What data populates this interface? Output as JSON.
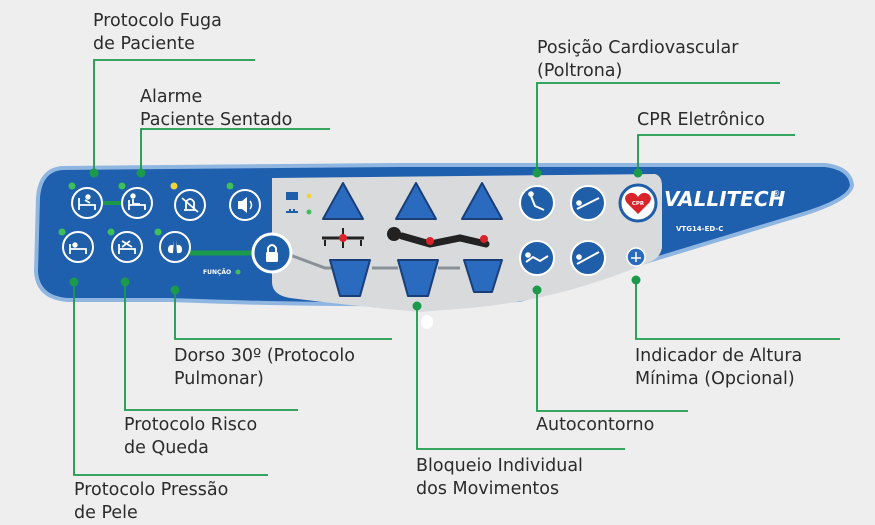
{
  "colors": {
    "background": "#eeeeee",
    "panel_blue": "#1e5fae",
    "panel_border": "#8fb6e0",
    "button_blue": "#1f5ea8",
    "triangle_blue": "#2a6bbf",
    "inner_gray": "#d9dadc",
    "leader_green": "#1a9a4a",
    "led_green": "#3fbf5a",
    "led_yellow": "#f2d43a",
    "cpr_red": "#d8232a"
  },
  "callouts": {
    "fuga": {
      "line1": "Protocolo Fuga",
      "line2": "de Paciente"
    },
    "sentado": {
      "line1": "Alarme",
      "line2": "Paciente Sentado"
    },
    "cardio": {
      "line1": "Posição Cardiovascular",
      "line2": "(Poltrona)"
    },
    "cpr": {
      "line1": "CPR Eletrônico"
    },
    "dorso": {
      "line1": "Dorso 30º (Protocolo",
      "line2": "Pulmonar)"
    },
    "queda": {
      "line1": "Protocolo Risco",
      "line2": "de Queda"
    },
    "pele": {
      "line1": "Protocolo Pressão",
      "line2": "de Pele"
    },
    "bloqueio": {
      "line1": "Bloqueio Individual",
      "line2": "dos Movimentos"
    },
    "autocontorno": {
      "line1": "Autocontorno"
    },
    "altura": {
      "line1": "Indicador de Altura",
      "line2": "Mínima (Opcional)"
    }
  },
  "panel": {
    "brand": "VALLITECH",
    "brand_mark": "®",
    "model": "VTG14-ED-C",
    "funcao_label": "FUNÇÃO",
    "cpr_badge": "CPR"
  },
  "icons": [
    "bed-exit-icon",
    "patient-sitting-icon",
    "alarm-mute-icon",
    "volume-icon",
    "bed-pressure-icon",
    "fall-risk-icon",
    "lungs-icon",
    "padlock-icon",
    "battery-icon",
    "plug-icon",
    "backrest-icon",
    "legrest-icon",
    "bed-height-icon",
    "chair-position-icon",
    "trendelenburg-icon",
    "cpr-heart-icon",
    "autocontour-icon",
    "flat-bed-icon",
    "min-height-icon"
  ]
}
